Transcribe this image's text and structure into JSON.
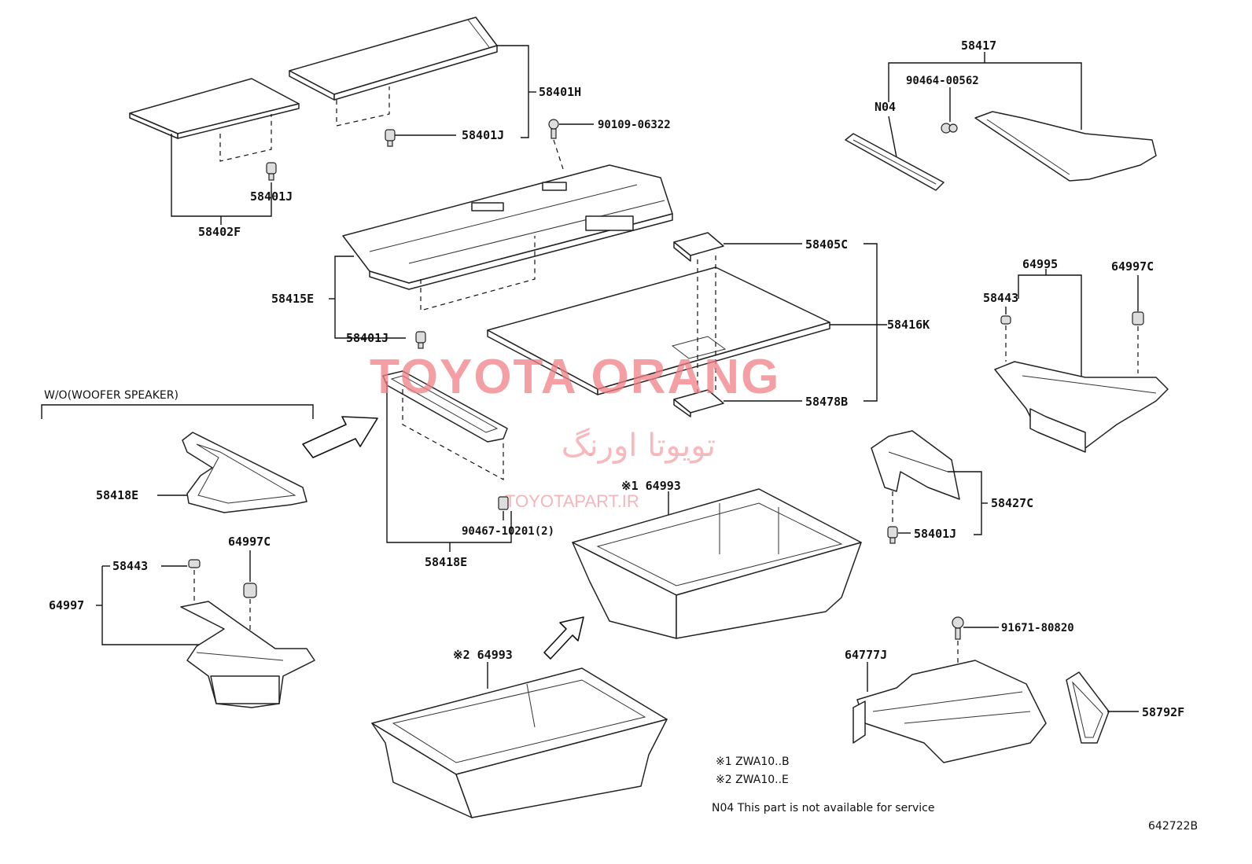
{
  "parts": {
    "p58417": "58417",
    "p90464": "90464-00562",
    "pN04": "N04",
    "p58401H": "58401H",
    "p58401J_top": "58401J",
    "p90109": "90109-06322",
    "p58401J_left": "58401J",
    "p58402F": "58402F",
    "p58405C": "58405C",
    "p58415E": "58415E",
    "p58401J_mid": "58401J",
    "p58416K": "58416K",
    "p58478B": "58478B",
    "p64995": "64995",
    "p64997C_right": "64997C",
    "p58443_right": "58443",
    "p58427C": "58427C",
    "p58401J_right": "58401J",
    "p58418E_left": "58418E",
    "p90467": "90467-10201(2)",
    "p58418E_mid": "58418E",
    "p64993_1": "※1 64993",
    "p64997C_left": "64997C",
    "p58443_left": "58443",
    "p64997": "64997",
    "p64993_2": "※2 64993",
    "p91671": "91671-80820",
    "p64777J": "64777J",
    "p58792F": "58792F"
  },
  "condition_label": "W/O(WOOFER SPEAKER)",
  "notes": {
    "note1": "※1 ZWA10..B",
    "note2": "※2 ZWA10..E",
    "note3": "N04 This part is not available for service"
  },
  "diagram_id": "642722B",
  "watermark": {
    "brand": "TOYOTA ORANG",
    "persian": "تویوتا اورنگ",
    "url": "TOYOTAPART.IR",
    "color": "#f07f84"
  }
}
